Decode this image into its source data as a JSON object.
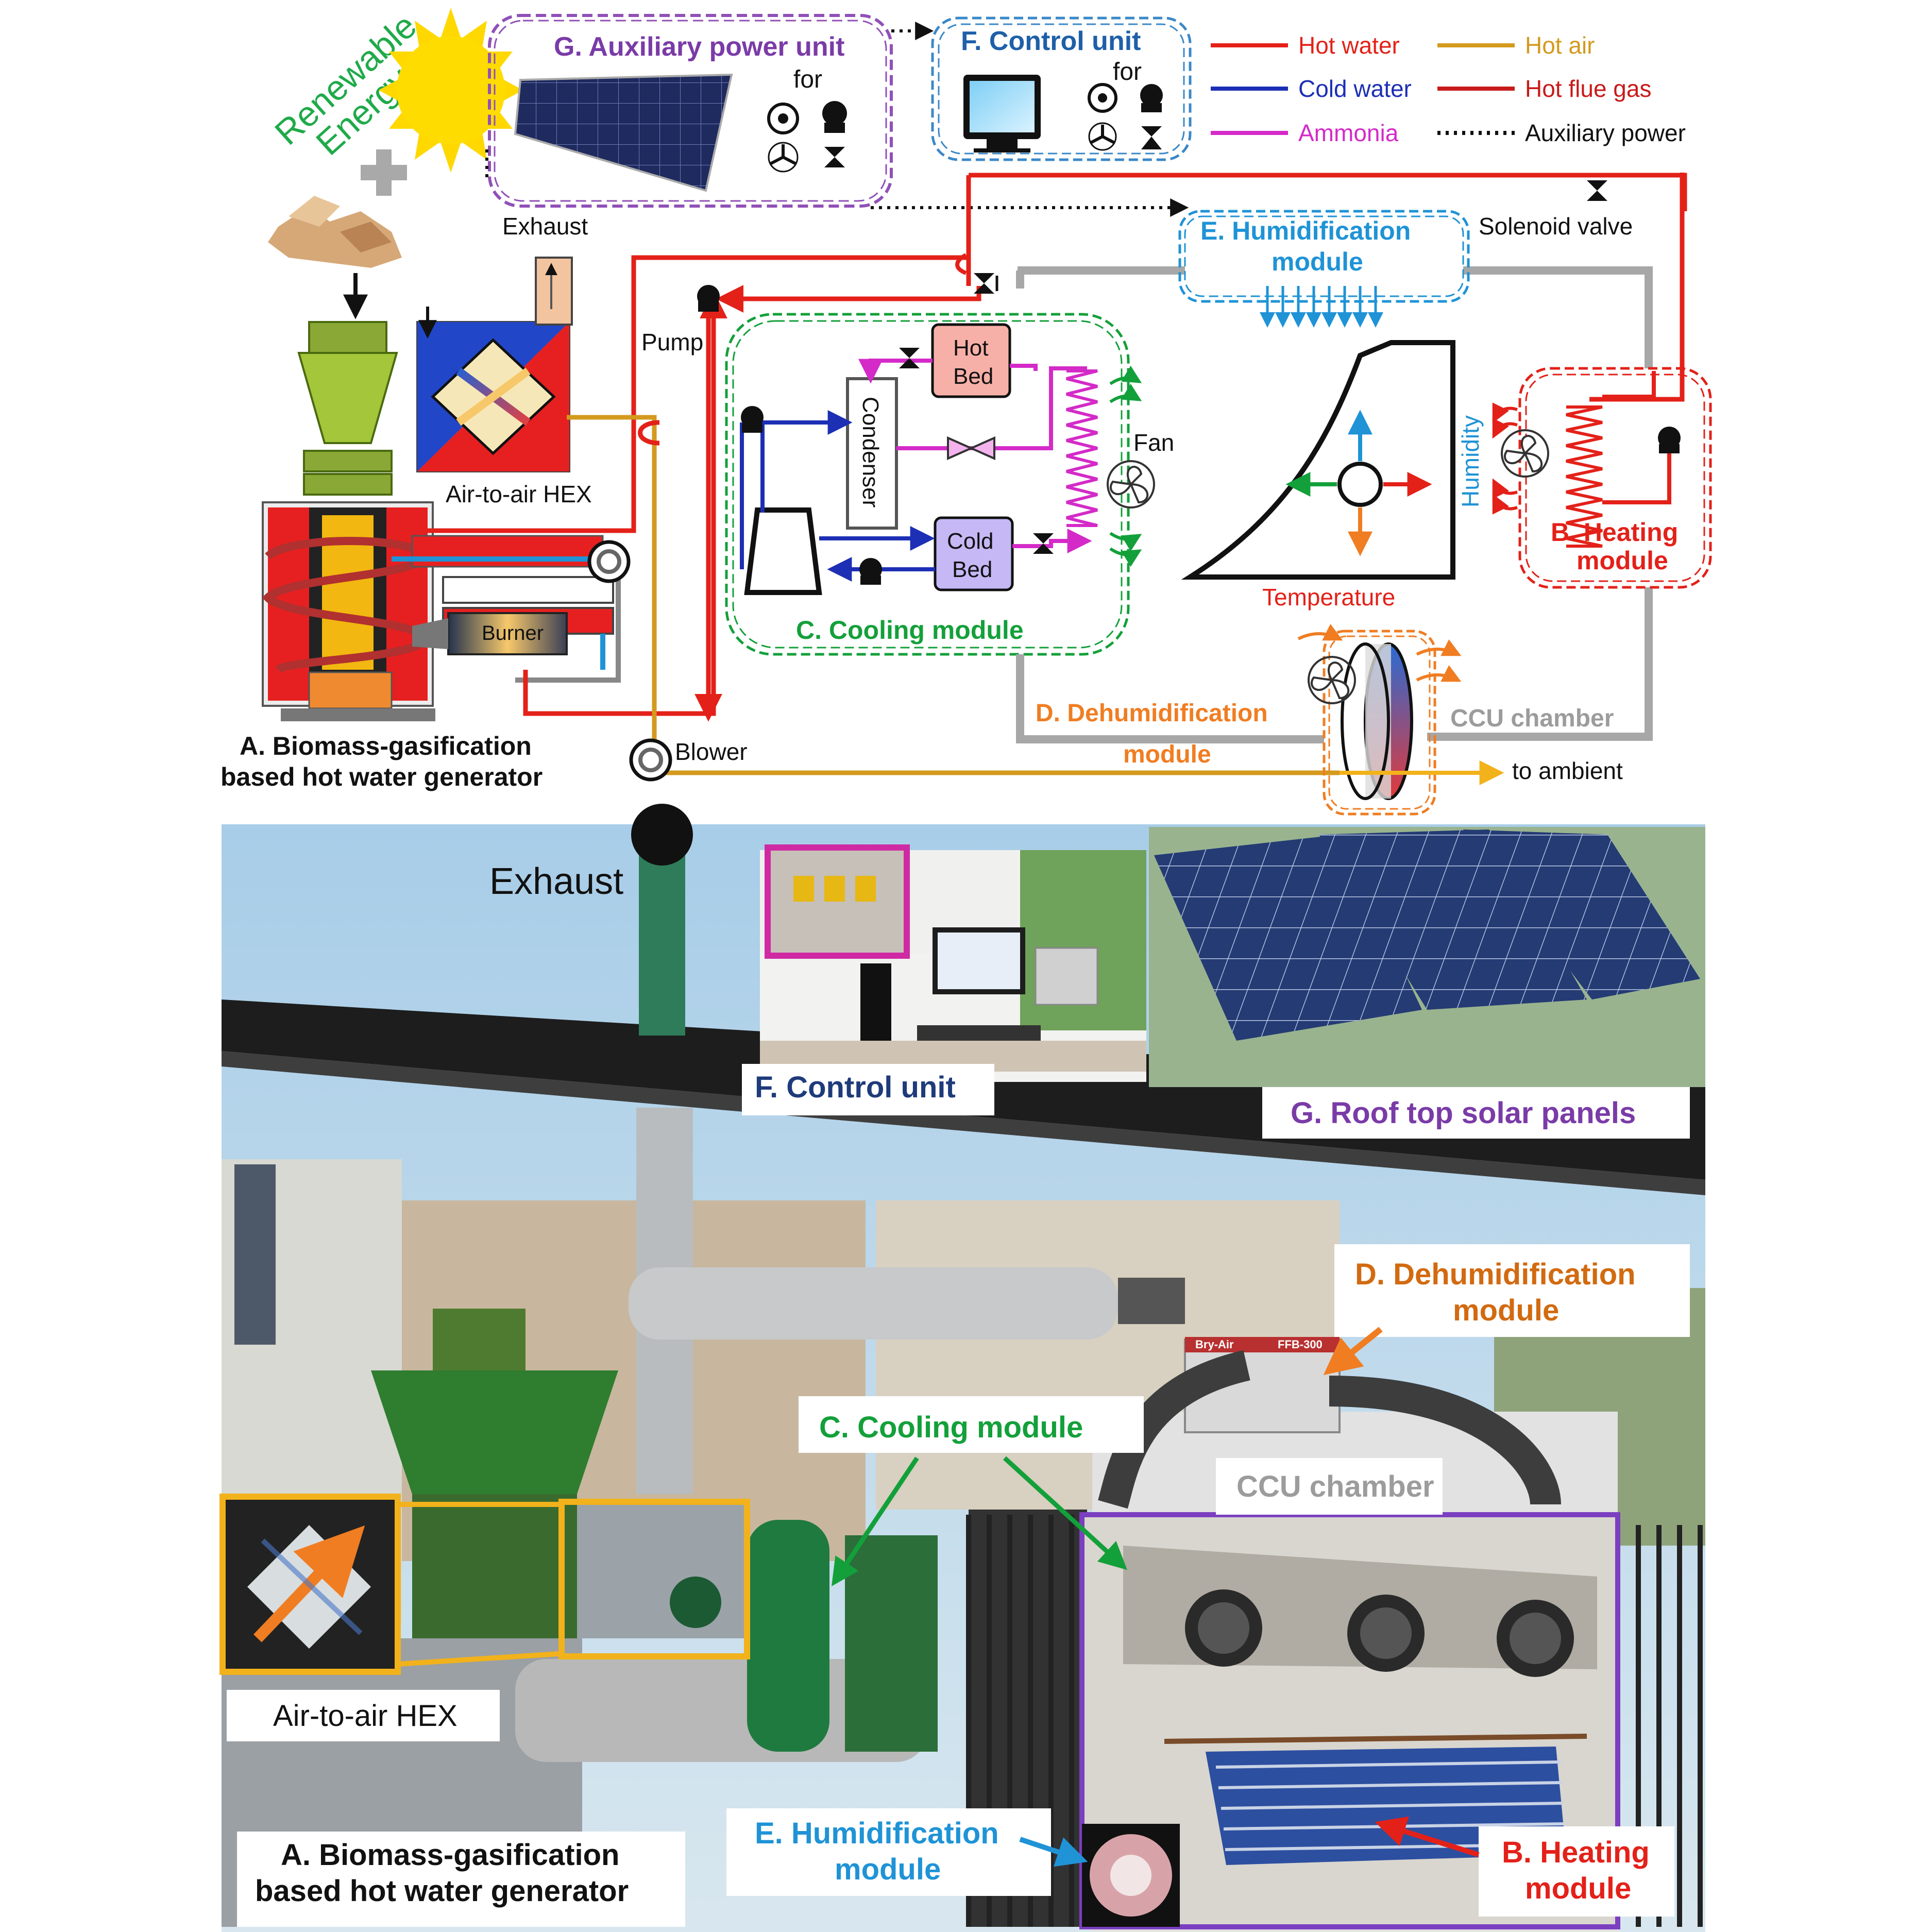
{
  "top": {
    "renewable": "Renewable",
    "energy": "Energy",
    "g_title": "G. Auxiliary power unit",
    "g_for": "for",
    "f_title": "F. Control unit",
    "f_for": "for",
    "exhaust": "Exhaust",
    "pump": "Pump",
    "air_hex": "Air-to-air HEX",
    "burner": "Burner",
    "blower": "Blower",
    "a_title_1": "A. Biomass-gasification",
    "a_title_2": "based hot water generator",
    "hot_bed_1": "Hot",
    "hot_bed_2": "Bed",
    "cold_bed_1": "Cold",
    "cold_bed_2": "Bed",
    "condenser": "Condenser",
    "fan": "Fan",
    "c_title": "C. Cooling module",
    "e_title_1": "E. Humidification",
    "e_title_2": "module",
    "humidity": "Humidity",
    "temperature": "Temperature",
    "b_title_1": "B. Heating",
    "b_title_2": "module",
    "d_title_1": "D. Dehumidification",
    "d_title_2": "module",
    "ccu": "CCU chamber",
    "to_ambient": "to ambient",
    "solenoid": "Solenoid valve"
  },
  "legend": [
    {
      "label": "Hot water",
      "color": "#e32119",
      "style": "solid"
    },
    {
      "label": "Cold water",
      "color": "#1c2fb5",
      "style": "solid"
    },
    {
      "label": "Ammonia",
      "color": "#d42ac8",
      "style": "solid"
    },
    {
      "label": "Hot air",
      "color": "#d39a1e",
      "style": "solid"
    },
    {
      "label": "Hot flue gas",
      "color": "#c81a1a",
      "style": "solid"
    },
    {
      "label": "Auxiliary power",
      "color": "#111111",
      "style": "dotted"
    }
  ],
  "bottom": {
    "exhaust": "Exhaust",
    "f_label": "F. Control unit",
    "g_label": "G. Roof top solar panels",
    "d_label_1": "D. Dehumidification",
    "d_label_2": "module",
    "c_label": "C. Cooling module",
    "ccu": "CCU chamber",
    "hex": "Air-to-air HEX",
    "a_label_1": "A. Biomass-gasification",
    "a_label_2": "based hot water generator",
    "e_label_1": "E. Humidification",
    "e_label_2": "module",
    "b_label_1": "B. Heating",
    "b_label_2": "module",
    "unit_brand": "Bry-Air",
    "unit_model": "FFB-300"
  },
  "colors": {
    "hot_water": "#e32119",
    "cold_water": "#1c2fb5",
    "ammonia": "#d42ac8",
    "hot_air": "#d39a1e",
    "aux": "#111111",
    "cooling_green": "#13a03a",
    "humid_blue": "#1f93d6",
    "heat_red": "#e32119",
    "dehum_orange": "#f07d22",
    "ccu_gray": "#a7a7a7",
    "aux_purple": "#7a3ba7",
    "control_blue": "#1e5fa8"
  }
}
